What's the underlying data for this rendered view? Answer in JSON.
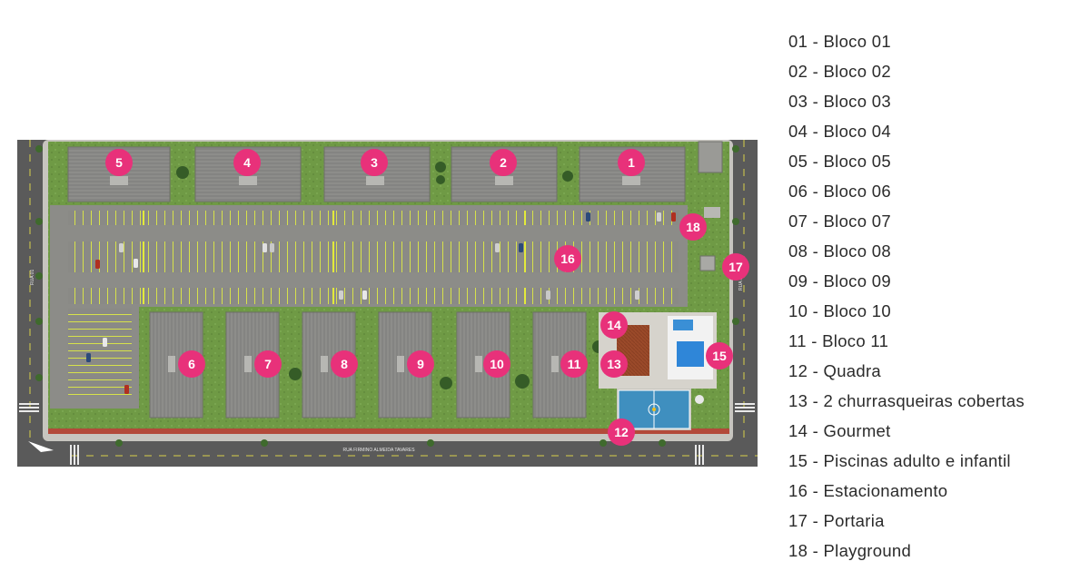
{
  "map": {
    "street_label": "RUA FIRMINO ALMEIDA TAVARES",
    "side_label_left": "RUA 01",
    "side_label_right": "RUA 02",
    "marker_color": "#e8317a",
    "markers": [
      "1",
      "2",
      "3",
      "4",
      "5",
      "6",
      "7",
      "8",
      "9",
      "10",
      "11",
      "12",
      "13",
      "14",
      "15",
      "16",
      "17",
      "18"
    ]
  },
  "legend": {
    "items": [
      "01 - Bloco 01",
      "02 - Bloco 02",
      "03 - Bloco 03",
      "04 - Bloco 04",
      "05 - Bloco 05",
      "06 - Bloco 06",
      "07 - Bloco 07",
      "08 - Bloco 08",
      "09 - Bloco 09",
      "10 - Bloco 10",
      "11 - Bloco 11",
      "12 - Quadra",
      "13 - 2 churrasqueiras cobertas",
      "14 - Gourmet",
      "15 - Piscinas adulto e infantil",
      "16 - Estacionamento",
      "17 - Portaria",
      "18 - Playground"
    ]
  }
}
